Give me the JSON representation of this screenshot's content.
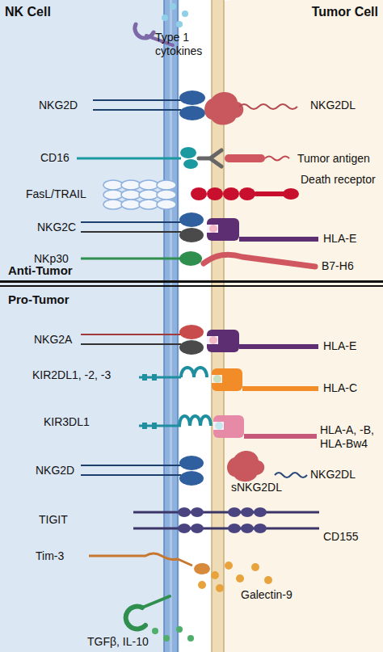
{
  "diagram": {
    "nodes": [
      {
        "text": [
          "NK Cell"
        ]
      },
      {
        "text": [
          "Tumor Cell"
        ]
      }
    ],
    "labels": [
      "Type 1 cytokines",
      "NKG2D",
      "NKG2DL",
      "CD16",
      "Tumor antigen",
      "FasL/TRAIL",
      "Death receptor",
      "NKG2C",
      "HLA-E",
      "NKp30",
      "B7-H6",
      "Anti-Tumor",
      "Pro-Tumor",
      "NKG2A",
      "HLA-E",
      "KIR2DL1, -2, -3",
      "HLA-C",
      "KIR3DL1",
      "HLA-A, -B, HLA-Bw4",
      "NKG2D",
      "sNKG2DL",
      "NKG2DL",
      "TIGIT",
      "CD155",
      "Tim-3",
      "Galectin-9",
      "TGFβ, IL-10"
    ]
  }
}
